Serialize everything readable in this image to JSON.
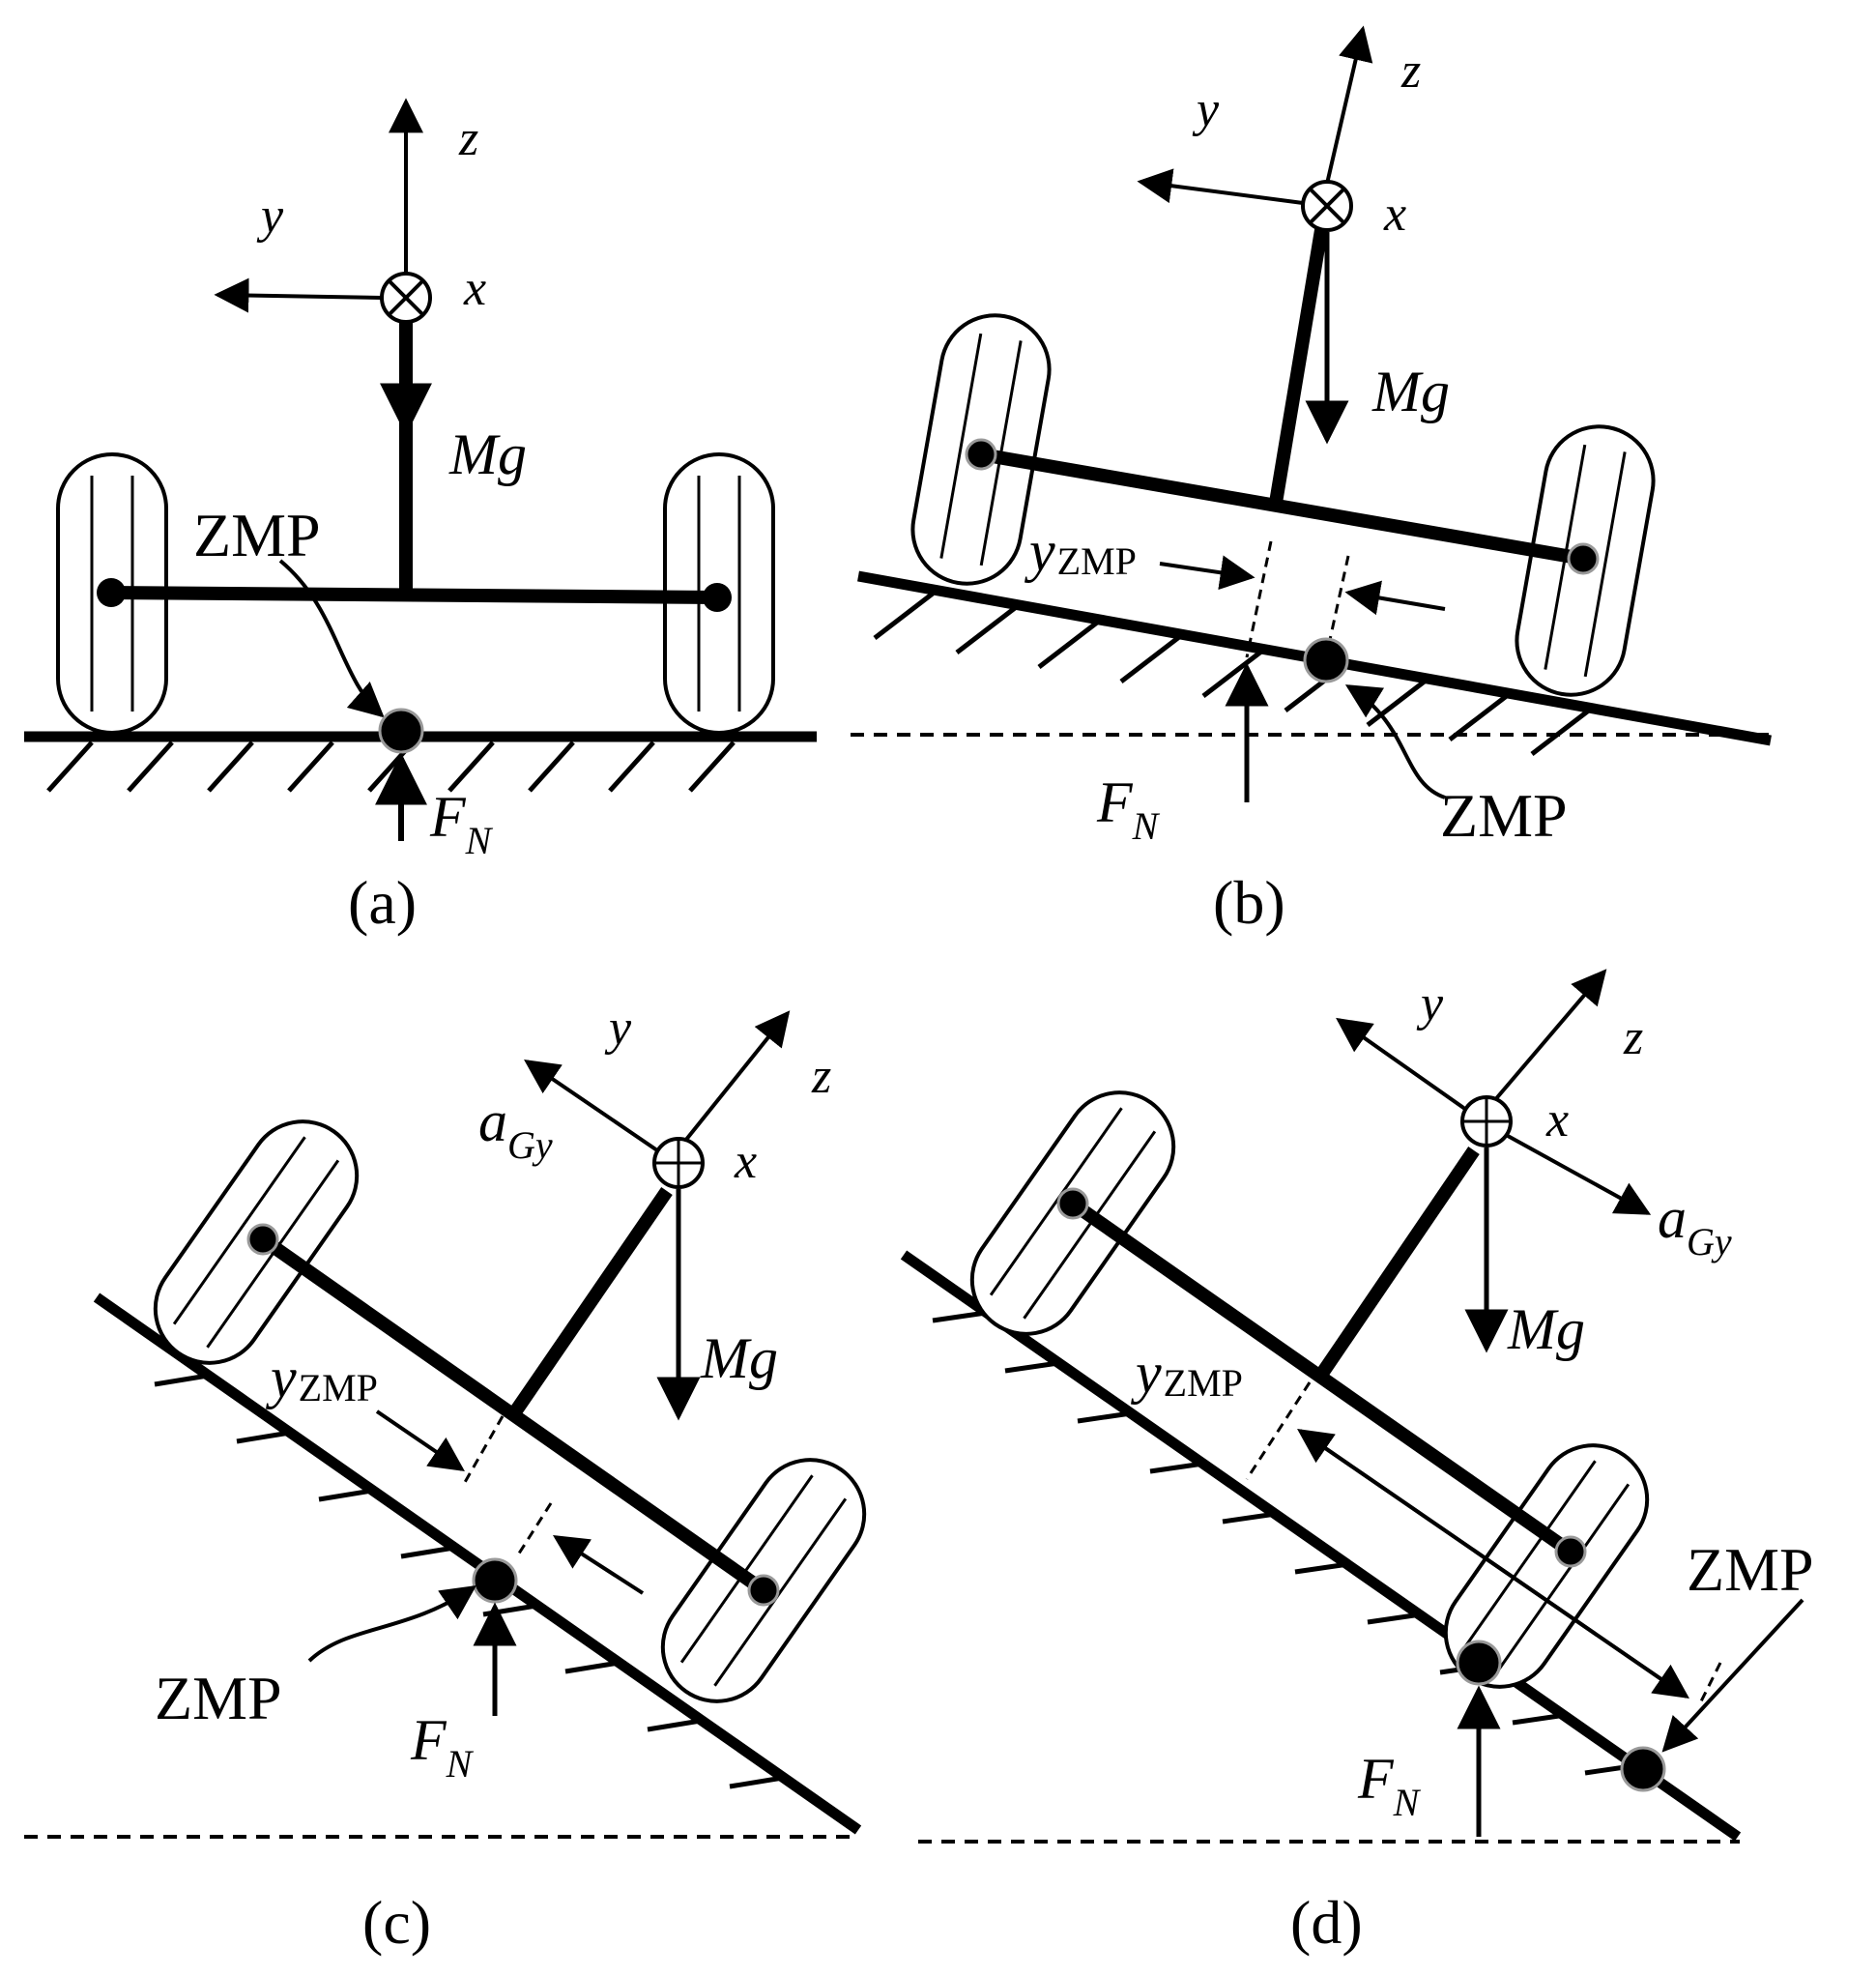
{
  "labels": {
    "x": "x",
    "y": "y",
    "z": "z",
    "Mg": "Mg",
    "F": "F",
    "N": "N",
    "zmp": "ZMP",
    "yZMP_main": "y",
    "yZMP_sub": "ZMP",
    "a": "a",
    "Gy": "Gy"
  },
  "captions": {
    "a": "(a)",
    "b": "(b)",
    "c": "(c)",
    "d": "(d)"
  }
}
